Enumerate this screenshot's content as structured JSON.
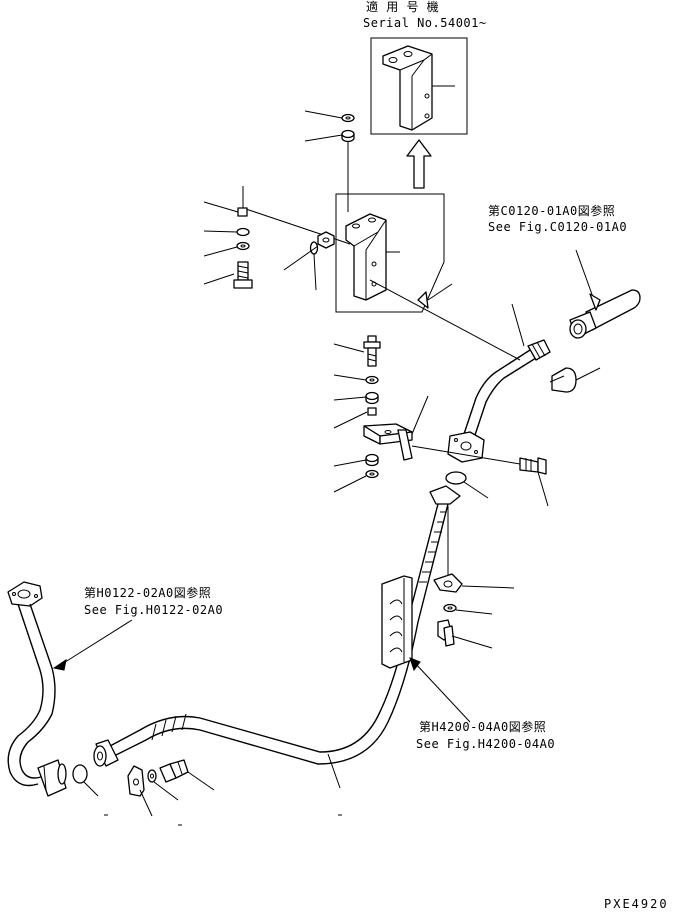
{
  "serial_box": {
    "line1": "適 用 号 機",
    "line2": "Serial No.54001~"
  },
  "refs": [
    {
      "id": "c0120",
      "jp": "第C0120-01A0図参照",
      "en": "See Fig.C0120-01A0"
    },
    {
      "id": "h0122",
      "jp": "第H0122-02A0図参照",
      "en": "See Fig.H0122-02A0"
    },
    {
      "id": "h4200",
      "jp": "第H4200-04A0図参照",
      "en": "See Fig.H4200-04A0"
    }
  ],
  "drawing_number": "PXE4920",
  "icons": {
    "arrow": "up-arrow-icon",
    "bracket": "bracket-part-icon"
  }
}
